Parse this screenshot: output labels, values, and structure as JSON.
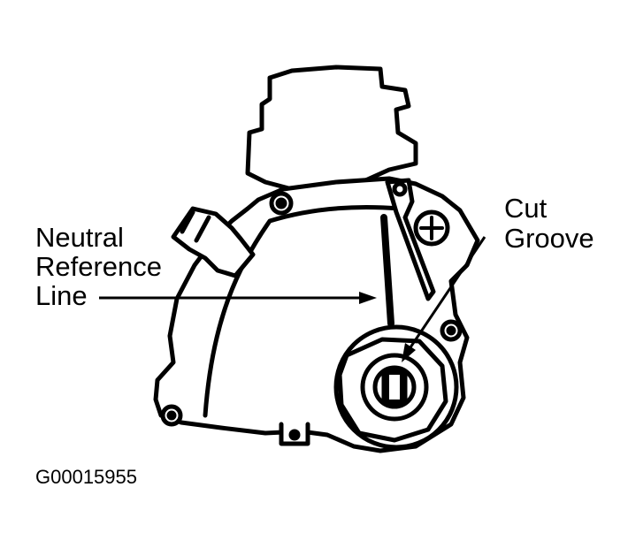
{
  "diagram": {
    "labels": {
      "neutral_line_1": "Neutral",
      "neutral_line_2": "Reference",
      "neutral_line_3": "Line",
      "cut_line_1": "Cut",
      "cut_line_2": "Groove"
    },
    "figure_id": "G00015955",
    "colors": {
      "ink": "#000000",
      "paper": "#ffffff"
    }
  }
}
